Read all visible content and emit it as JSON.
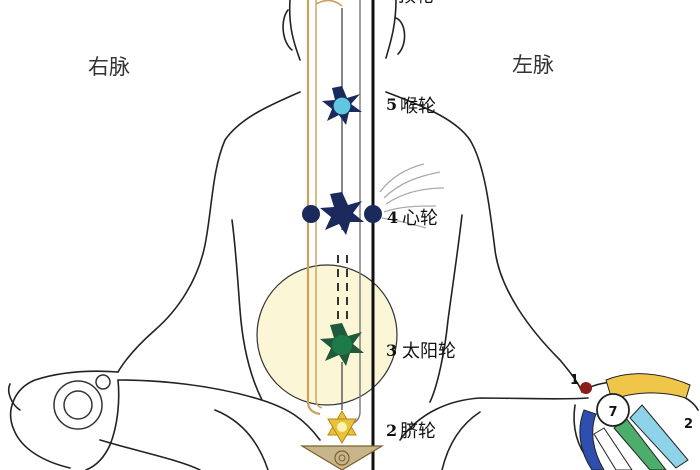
{
  "labels": {
    "top_partial": "顶轮",
    "right_channel": "右脉",
    "left_channel": "左脉",
    "chakra5": {
      "number": "5",
      "name": "喉轮"
    },
    "chakra4": {
      "number": "4",
      "name": "心轮"
    },
    "chakra3": {
      "number": "3",
      "name": "太阳轮"
    },
    "chakra2": {
      "number": "2",
      "name": "脐轮"
    },
    "hand_number_1": "1",
    "hand_number_2": "2",
    "hand_circle": "7"
  },
  "colors": {
    "outline": "#222222",
    "central_channel": "#111111",
    "gold_channel": "#c9a15a",
    "throat_chakra": "#5ec8e0",
    "heart_chakra": "#1b2a5c",
    "solar_chakra": "#1f7a4a",
    "navel_chakra": "#e9c23a",
    "solar_glow": "#fbf6d6",
    "hand_yellow": "#f0c64a",
    "hand_blue": "#2f4fb0",
    "hand_green": "#4cae6a",
    "hand_cyan": "#8fd3e8"
  }
}
